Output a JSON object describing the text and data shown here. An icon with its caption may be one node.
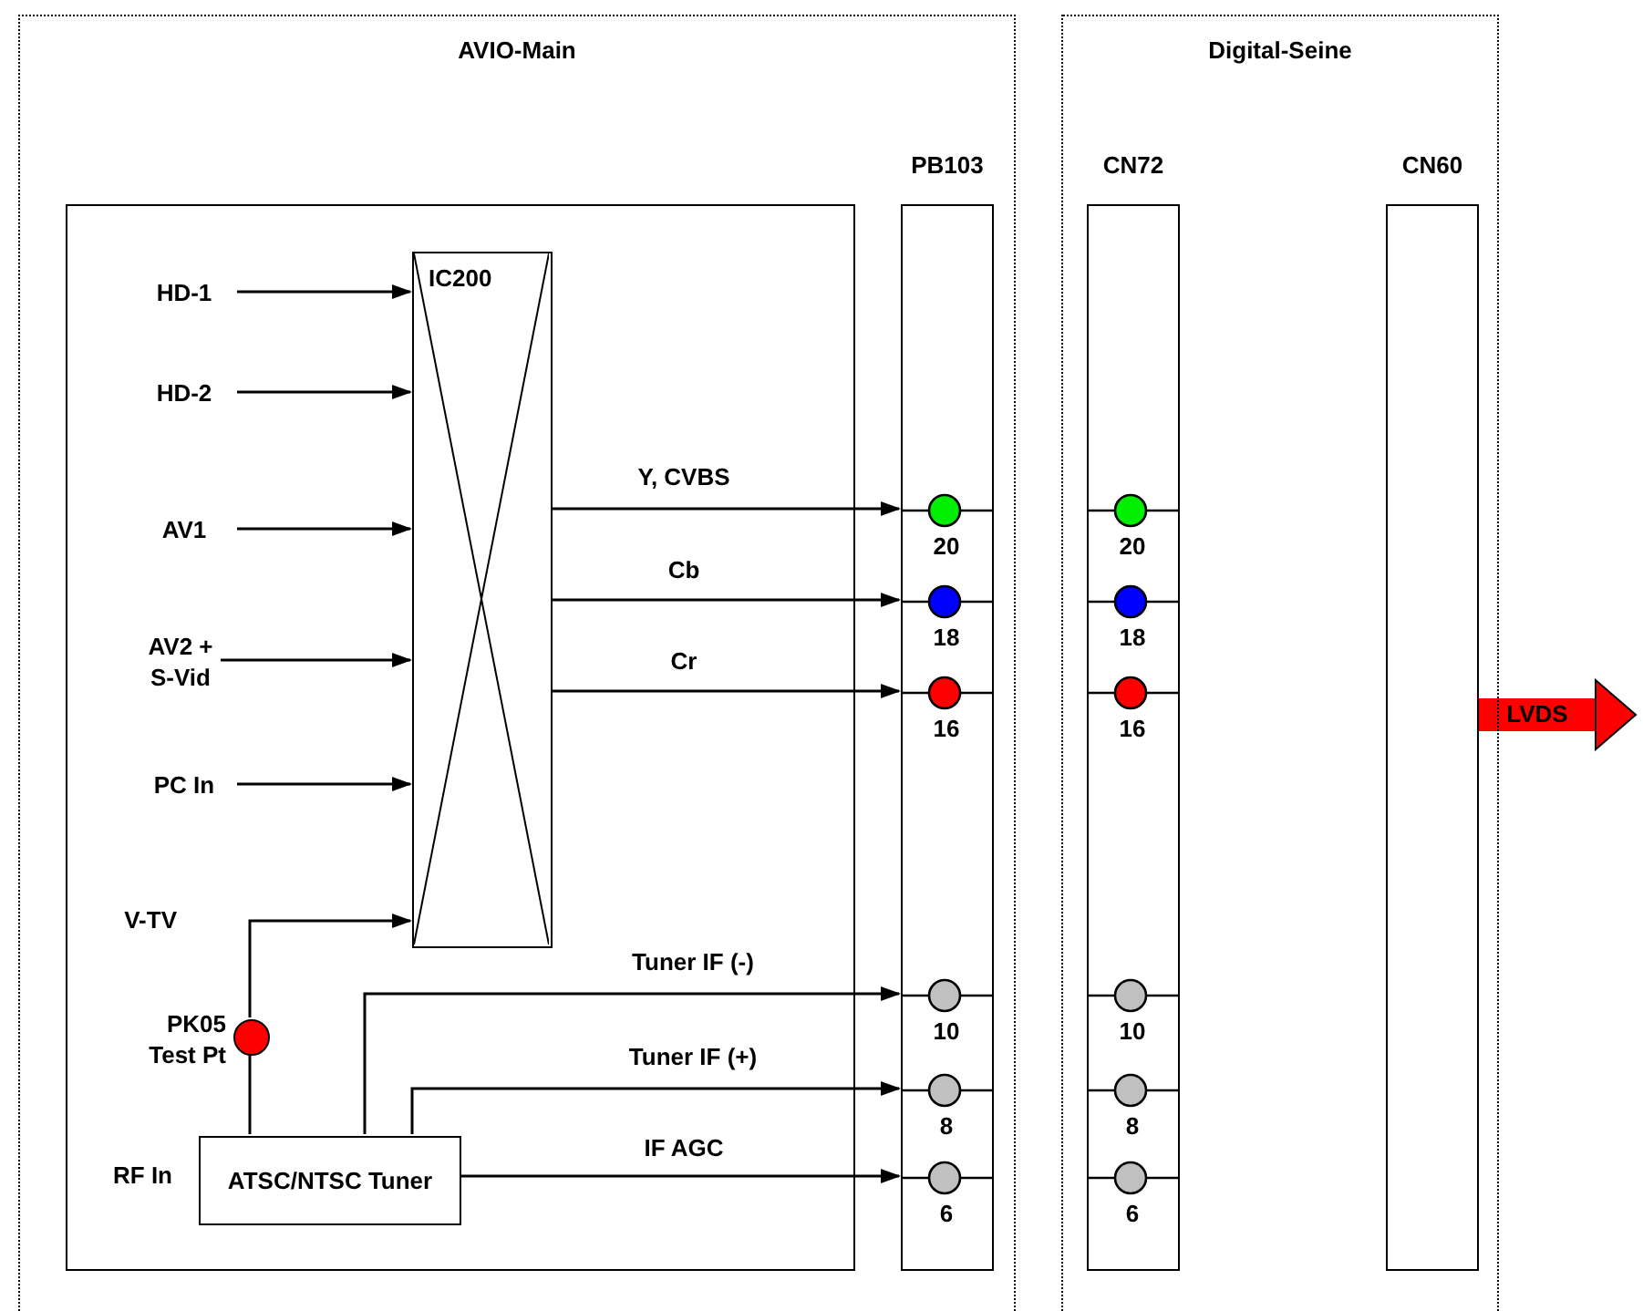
{
  "diagram": {
    "nodes": [
      {
        "text": [
          "AVIO-Main"
        ]
      },
      {
        "text": [],
        "shape": "box",
        "in": 0
      },
      {
        "text": [
          "HD-1"
        ],
        "in": 1
      },
      {
        "text": [
          "HD-2"
        ],
        "in": 1
      },
      {
        "text": [
          "AV1"
        ],
        "in": 1
      },
      {
        "text": [
          "AV2 + S-Vid"
        ],
        "in": 1
      },
      {
        "text": [
          "PC In"
        ],
        "in": 1
      },
      {
        "text": [
          "IC200"
        ],
        "in": 1
      },
      {
        "text": [],
        "shape": "circle",
        "beside": [
          "PK05 Test Pt"
        ],
        "in": 1
      },
      {
        "text": [
          "ATSC/NTSC Tuner"
        ],
        "in": 1
      },
      {
        "text": [
          "PB103"
        ],
        "in": 0
      },
      {
        "text": [],
        "shape": "circle",
        "beside": [
          "20"
        ],
        "in": 10
      },
      {
        "text": [],
        "shape": "circle",
        "beside": [
          "18"
        ],
        "in": 10
      },
      {
        "text": [],
        "shape": "circle",
        "beside": [
          "16"
        ],
        "in": 10
      },
      {
        "text": [],
        "shape": "circle",
        "beside": [
          "10"
        ],
        "in": 10
      },
      {
        "text": [],
        "shape": "circle",
        "beside": [
          "8"
        ],
        "in": 10
      },
      {
        "text": [],
        "shape": "circle",
        "beside": [
          "6"
        ],
        "in": 10
      },
      {
        "text": [
          "Digital-Seine"
        ]
      },
      {
        "text": [
          "CN72"
        ],
        "in": 17
      },
      {
        "text": [],
        "shape": "circle",
        "beside": [
          "20"
        ],
        "in": 18
      },
      {
        "text": [],
        "shape": "circle",
        "beside": [
          "18"
        ],
        "in": 18
      },
      {
        "text": [],
        "shape": "circle",
        "beside": [
          "16"
        ],
        "in": 18
      },
      {
        "text": [],
        "shape": "circle",
        "beside": [
          "10"
        ],
        "in": 18
      },
      {
        "text": [],
        "shape": "circle",
        "beside": [
          "8"
        ],
        "in": 18
      },
      {
        "text": [],
        "shape": "circle",
        "beside": [
          "6"
        ],
        "in": 18
      },
      {
        "text": [
          "CN60"
        ],
        "in": 17
      }
    ],
    "edges": [
      {
        "from": 2,
        "to": 7,
        "arrow": "to"
      },
      {
        "from": 3,
        "to": 7,
        "arrow": "to"
      },
      {
        "from": 4,
        "to": 7,
        "arrow": "to"
      },
      {
        "from": 5,
        "to": 7,
        "arrow": "to"
      },
      {
        "from": 6,
        "to": 7,
        "arrow": "to"
      },
      {
        "from": 7,
        "to": 11,
        "arrow": "to",
        "label": "Y, CVBS"
      },
      {
        "from": 7,
        "to": 12,
        "arrow": "to",
        "label": "Cb"
      },
      {
        "from": 7,
        "to": 13,
        "arrow": "to",
        "label": "Cr"
      },
      {
        "from": 9,
        "to": 8,
        "arrow": "none"
      },
      {
        "from": 8,
        "to": 7,
        "arrow": "to",
        "label": "V-TV"
      },
      {
        "from": 9,
        "to": 14,
        "arrow": "to",
        "label": "Tuner IF (-)"
      },
      {
        "from": 9,
        "to": 15,
        "arrow": "to",
        "label": "Tuner IF (+)"
      },
      {
        "from": 9,
        "to": 16,
        "arrow": "to",
        "label": "IF AGC"
      },
      {
        "from": 25,
        "to": null,
        "arrow": "to",
        "label": "LVDS",
        "style": "thick",
        "color": "#ff0000"
      }
    ],
    "labels": [
      "RF In"
    ]
  }
}
